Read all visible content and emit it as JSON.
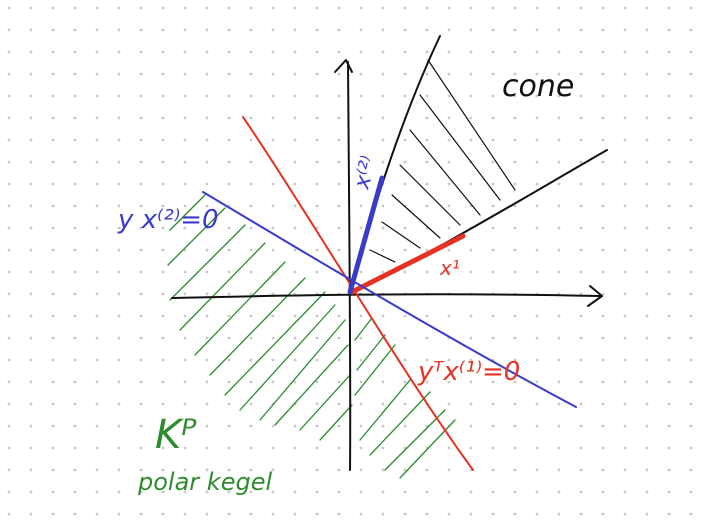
{
  "colors": {
    "black": "#111111",
    "red": "#e53222",
    "blue": "#3a3acb",
    "green": "#2e8b2e",
    "dot": "#c8c8c8",
    "background": "#ffffff"
  },
  "labels": {
    "cone": "cone",
    "x1": "x¹",
    "x2_vector": "x⁽²⁾",
    "blue_eq": "y x⁽²⁾=0",
    "red_eq": "yᵀx⁽¹⁾=0",
    "kp": "Kᴾ",
    "polar": "polar kegel"
  }
}
